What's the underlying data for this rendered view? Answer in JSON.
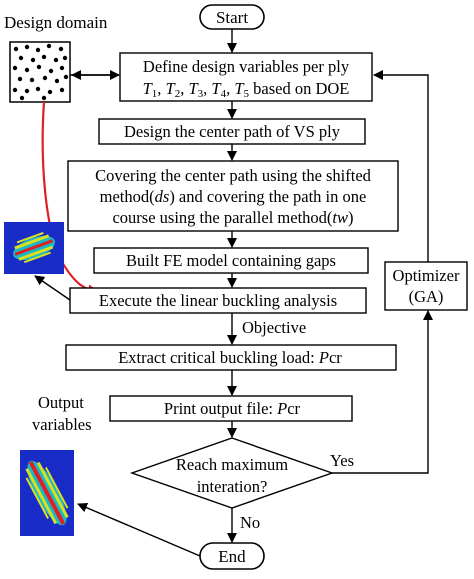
{
  "title_label": "Design domain",
  "output_label_line1": "Output",
  "output_label_line2": "variables",
  "nodes": {
    "start": "Start",
    "define_line1": "Define design variables per ply",
    "define_line2_vars": [
      "T",
      "1",
      ", ",
      "T",
      "2",
      ", ",
      "T",
      "3",
      ", ",
      "T",
      "4",
      ", ",
      "T",
      "5"
    ],
    "define_line2_tail": " based on DOE",
    "center_path": "Design the center path of VS ply",
    "covering_line1": "Covering the center path using the shifted",
    "covering_line2_a": "method(",
    "covering_line2_ds": "ds",
    "covering_line2_b": ") and covering the path in one",
    "covering_line3_a": "course using the parallel method(",
    "covering_line3_tw": "tw",
    "covering_line3_b": ")",
    "fe_model": "Built FE model containing gaps",
    "buckling": "Execute the linear buckling analysis",
    "extract_a": "Extract critical buckling load: ",
    "extract_p": "P",
    "extract_b": "cr",
    "print_a": "Print output file: ",
    "print_p": "P",
    "print_b": "cr",
    "decision_line1": "Reach maximum",
    "decision_line2": "interation?",
    "end": "End",
    "optimizer_line1": "Optimizer",
    "optimizer_line2": "(GA)"
  },
  "edge_labels": {
    "objective": "Objective",
    "yes": "Yes",
    "no": "No"
  },
  "colors": {
    "stroke": "#000000",
    "red_arrow": "#e02020",
    "heat_bg": "#1a2cc8",
    "heat_mid": "#19b9c8",
    "heat_high": "#d8e020",
    "heat_peak": "#e02020"
  }
}
